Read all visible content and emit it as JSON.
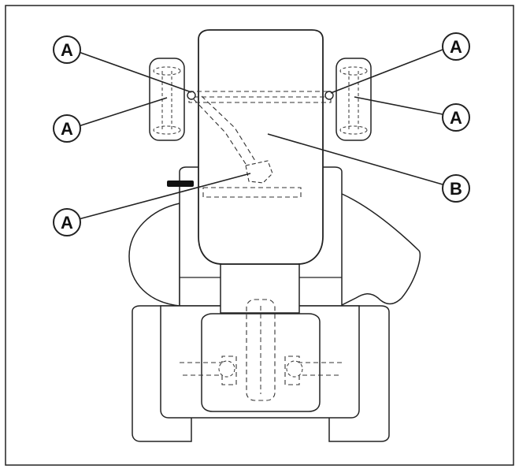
{
  "diagram": {
    "labels": {
      "a_top_left": "A",
      "a_mid_left": "A",
      "a_lower_left": "A",
      "a_top_right": "A",
      "a_mid_right": "A",
      "b_right": "B"
    },
    "colors": {
      "line": "#222222",
      "dashed": "#333333",
      "light_fill": "#ffffff",
      "background": "#ffffff"
    }
  }
}
